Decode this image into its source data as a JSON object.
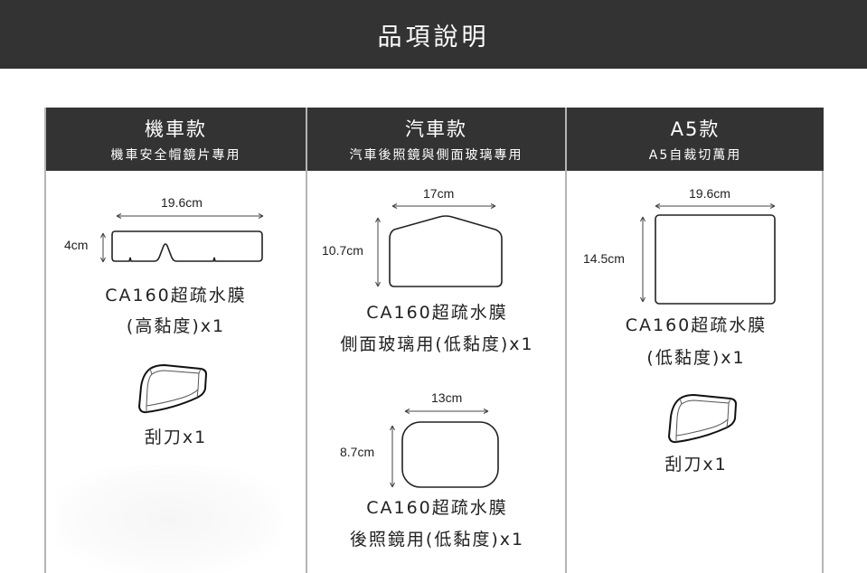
{
  "header": {
    "title": "品項說明"
  },
  "columns": [
    {
      "title": "機車款",
      "subtitle": "機車安全帽鏡片專用",
      "film": {
        "width_label": "19.6cm",
        "height_label": "4cm",
        "name": "CA160超疏水膜",
        "detail": "(高黏度)x1"
      },
      "tool": {
        "label": "刮刀x1",
        "icon": "squeegee-icon"
      }
    },
    {
      "title": "汽車款",
      "subtitle": "汽車後照鏡與側面玻璃專用",
      "film_side": {
        "width_label": "17cm",
        "height_label": "10.7cm",
        "name": "CA160超疏水膜",
        "detail": "側面玻璃用(低黏度)x1"
      },
      "film_mirror": {
        "width_label": "13cm",
        "height_label": "8.7cm",
        "name": "CA160超疏水膜",
        "detail": "後照鏡用(低黏度)x1"
      }
    },
    {
      "title": "A5款",
      "subtitle": "A5自裁切萬用",
      "film": {
        "width_label": "19.6cm",
        "height_label": "14.5cm",
        "name": "CA160超疏水膜",
        "detail": "(低黏度)x1"
      },
      "tool": {
        "label": "刮刀x1",
        "icon": "squeegee-icon"
      }
    }
  ],
  "colors": {
    "header_bg": "#333333",
    "border": "#b5b5b5",
    "text": "#222222"
  }
}
